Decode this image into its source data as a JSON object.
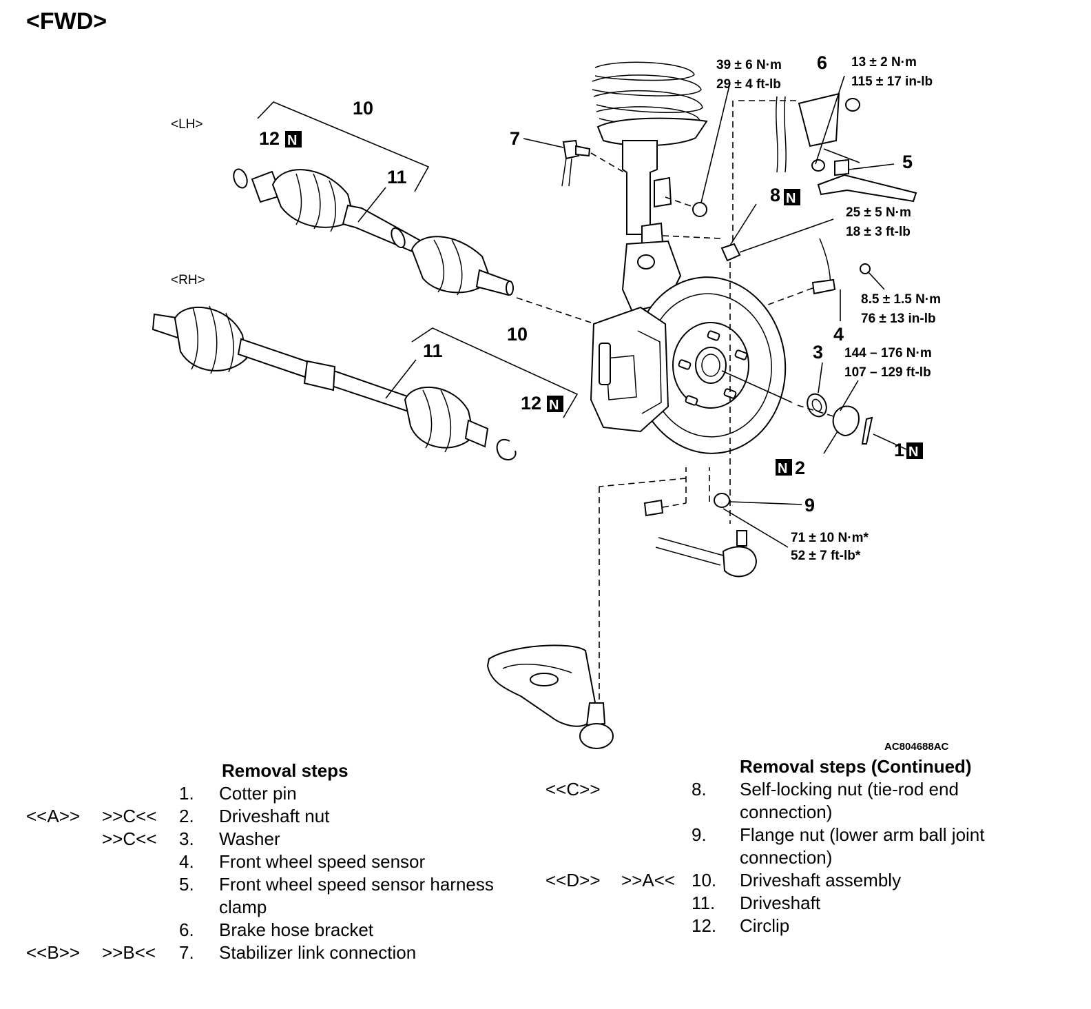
{
  "header": {
    "title": "<FWD>"
  },
  "side_labels": {
    "lh": "<LH>",
    "rh": "<RH>"
  },
  "badge": "N",
  "callouts": {
    "c1": "1",
    "c2": "2",
    "c3": "3",
    "c4": "4",
    "c5": "5",
    "c6": "6",
    "c7": "7",
    "c8": "8",
    "c9": "9",
    "c10_lh": "10",
    "c10_rh": "10",
    "c11_lh": "11",
    "c11_rh": "11",
    "c12_lh": "12",
    "c12_rh": "12"
  },
  "torques": {
    "t1_a": "39 ± 6 N·m",
    "t1_b": "29 ± 4 ft-lb",
    "t2_a": "13 ± 2 N·m",
    "t2_b": "115 ± 17 in-lb",
    "t3_a": "25 ± 5 N·m",
    "t3_b": "18 ± 3 ft-lb",
    "t4_a": "8.5 ± 1.5 N·m",
    "t4_b": "76 ± 13 in-lb",
    "t5_a": "144 – 176 N·m",
    "t5_b": "107 – 129 ft-lb",
    "t6_a": "71 ± 10 N·m*",
    "t6_b": "52 ± 7 ft-lb*"
  },
  "figure_ref": "AC804688AC",
  "removal_left": {
    "heading": "Removal steps",
    "items": [
      {
        "col1": "",
        "col2": "",
        "num": "1.",
        "text": "Cotter pin"
      },
      {
        "col1": "<<A>>",
        "col2": ">>C<<",
        "num": "2.",
        "text": "Driveshaft nut"
      },
      {
        "col1": "",
        "col2": ">>C<<",
        "num": "3.",
        "text": "Washer"
      },
      {
        "col1": "",
        "col2": "",
        "num": "4.",
        "text": "Front wheel speed sensor"
      },
      {
        "col1": "",
        "col2": "",
        "num": "5.",
        "text": "Front wheel speed sensor harness clamp"
      },
      {
        "col1": "",
        "col2": "",
        "num": "6.",
        "text": "Brake hose bracket"
      },
      {
        "col1": "<<B>>",
        "col2": ">>B<<",
        "num": "7.",
        "text": "Stabilizer link connection"
      }
    ]
  },
  "removal_right": {
    "heading": "Removal steps (Continued)",
    "items": [
      {
        "col1": "<<C>>",
        "col2": "",
        "num": "8.",
        "text": "Self-locking nut (tie-rod end connection)"
      },
      {
        "col1": "",
        "col2": "",
        "num": "9.",
        "text": "Flange nut (lower arm ball joint connection)"
      },
      {
        "col1": "<<D>>",
        "col2": ">>A<<",
        "num": "10.",
        "text": "Driveshaft assembly"
      },
      {
        "col1": "",
        "col2": "",
        "num": "11.",
        "text": "Driveshaft"
      },
      {
        "col1": "",
        "col2": "",
        "num": "12.",
        "text": "Circlip"
      }
    ]
  }
}
